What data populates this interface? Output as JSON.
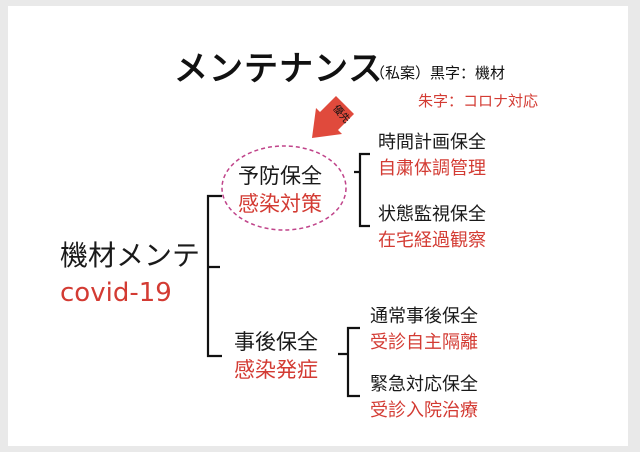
{
  "title": "メンテナンス",
  "legend": {
    "line1": "（私案）黒字：機材",
    "line2": "朱字：コロナ対応"
  },
  "arrow_label": "優先",
  "root": {
    "black": "機材メンテ",
    "red": "covid-19"
  },
  "branches": [
    {
      "black": "予防保全",
      "red": "感染対策",
      "children": [
        {
          "black": "時間計画保全",
          "red": "自粛体調管理"
        },
        {
          "black": "状態監視保全",
          "red": "在宅経過観察"
        }
      ]
    },
    {
      "black": "事後保全",
      "red": "感染発症",
      "children": [
        {
          "black": "通常事後保全",
          "red": "受診自主隔離"
        },
        {
          "black": "緊急対応保全",
          "red": "受診入院治療"
        }
      ]
    }
  ],
  "colors": {
    "black_text": "#1a1a1a",
    "red_text": "#d33b33",
    "ellipse": "#c0448a",
    "arrow": "#e04a3c"
  }
}
